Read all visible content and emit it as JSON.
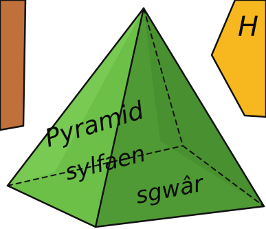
{
  "labels": {
    "line1": "Pyramid",
    "line2": "sylfaen",
    "line3": "sgwâr",
    "corner_letter": "H"
  },
  "colors": {
    "pyramid_light": "#7fd05a",
    "pyramid_mid": "#5aa83a",
    "pyramid_dark": "#3f7e2a",
    "outline": "#111111",
    "brown_card": "#c0703a",
    "yellow_card": "#f7b81f"
  }
}
